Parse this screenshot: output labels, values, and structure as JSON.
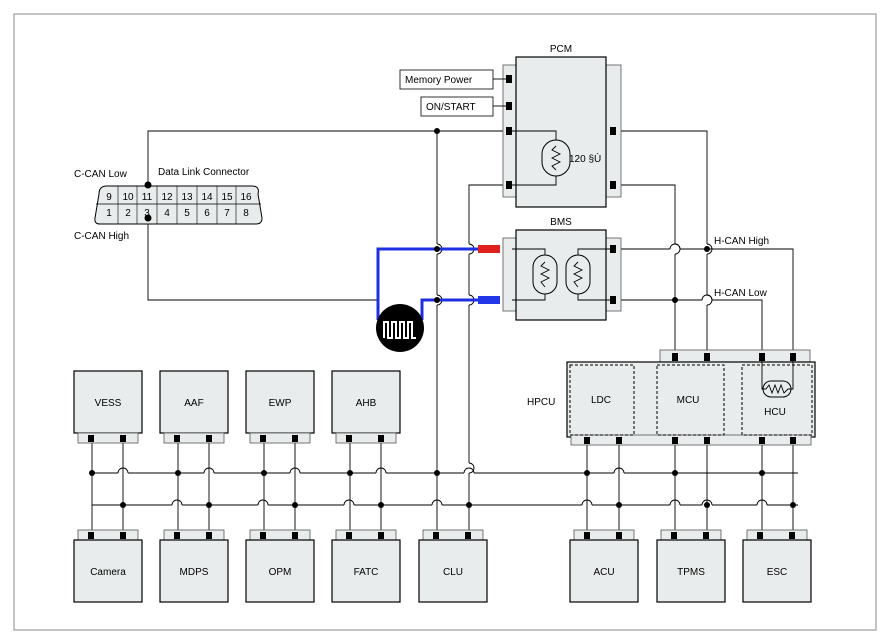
{
  "modules": {
    "pcm": "PCM",
    "bms": "BMS",
    "hpcu": "HPCU",
    "ldc": "LDC",
    "mcu": "MCU",
    "hcu": "HCU",
    "vess": "VESS",
    "aaf": "AAF",
    "ewp": "EWP",
    "ahb": "AHB",
    "camera": "Camera",
    "mdps": "MDPS",
    "opm": "OPM",
    "fatc": "FATC",
    "clu": "CLU",
    "acu": "ACU",
    "tpms": "TPMS",
    "esc": "ESC"
  },
  "pcm_inputs": {
    "memory_power": "Memory Power",
    "on_start": "ON/START"
  },
  "resistor_value": "120 §Ù",
  "dlc": {
    "title": "Data Link Connector",
    "c_can_low": "C-CAN Low",
    "c_can_high": "C-CAN High",
    "top_row": [
      "9",
      "10",
      "11",
      "12",
      "13",
      "14",
      "15",
      "16"
    ],
    "bottom_row": [
      "1",
      "2",
      "3",
      "4",
      "5",
      "6",
      "7",
      "8"
    ]
  },
  "bus_labels": {
    "h_can_high": "H-CAN High",
    "h_can_low": "H-CAN Low"
  },
  "colors": {
    "can_high_wire": "#1f2fe0",
    "red_connector": "#e0201c",
    "blue_connector": "#2238e8",
    "green_pin": "#2a9a3a",
    "module_fill": "#e9ecec"
  },
  "icons": {
    "gateway": "square-wave-icon",
    "resistor": "resistor-icon"
  }
}
